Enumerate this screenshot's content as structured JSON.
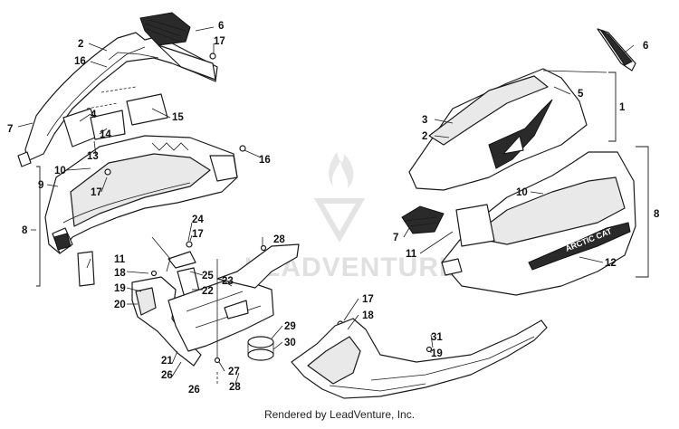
{
  "callouts": {
    "c1": "1",
    "c2a": "2",
    "c2b": "2",
    "c3": "3",
    "c4": "4",
    "c5": "5",
    "c6a": "6",
    "c6b": "6",
    "c7a": "7",
    "c7b": "7",
    "c8a": "8",
    "c8b": "8",
    "c9": "9",
    "c10a": "10",
    "c10b": "10",
    "c11a": "11",
    "c11b": "11",
    "c12": "12",
    "c13": "13",
    "c14": "14",
    "c15": "15",
    "c16a": "16",
    "c16b": "16",
    "c17a": "17",
    "c17b": "17",
    "c17c": "17",
    "c17d": "17",
    "c18a": "18",
    "c18b": "18",
    "c19a": "19",
    "c19b": "19",
    "c20": "20",
    "c21": "21",
    "c22": "22",
    "c23": "23",
    "c24": "24",
    "c25": "25",
    "c26a": "26",
    "c26b": "26",
    "c27": "27",
    "c28a": "28",
    "c28b": "28",
    "c29": "29",
    "c30": "30",
    "c31": "31"
  },
  "decal_text": "ARCTIC CAT",
  "watermark": "LEADVENTURE",
  "footer": "Rendered by LeadVenture, Inc."
}
